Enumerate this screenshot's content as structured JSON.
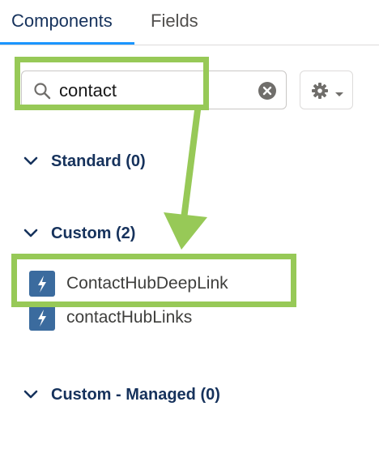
{
  "tabs": [
    {
      "label": "Components",
      "active": true
    },
    {
      "label": "Fields",
      "active": false
    }
  ],
  "search": {
    "value": "contact",
    "icon": "search-icon",
    "clear_icon": "clear-icon"
  },
  "settings": {
    "icon": "gear-icon",
    "dropdown_icon": "caret-down-icon"
  },
  "sections": [
    {
      "label": "Standard (0)",
      "expanded": true,
      "items": []
    },
    {
      "label": "Custom (2)",
      "expanded": true,
      "items": [
        {
          "label": "ContactHubDeepLink",
          "icon": "lightning-bolt-icon"
        },
        {
          "label": "contactHubLinks",
          "icon": "lightning-bolt-icon"
        }
      ]
    },
    {
      "label": "Custom - Managed (0)",
      "expanded": true,
      "items": []
    }
  ],
  "colors": {
    "accent_tab": "#1b96ff",
    "section_text": "#16325c",
    "highlight_annotation": "#97c957",
    "component_icon_bg": "#3b6b9e"
  }
}
